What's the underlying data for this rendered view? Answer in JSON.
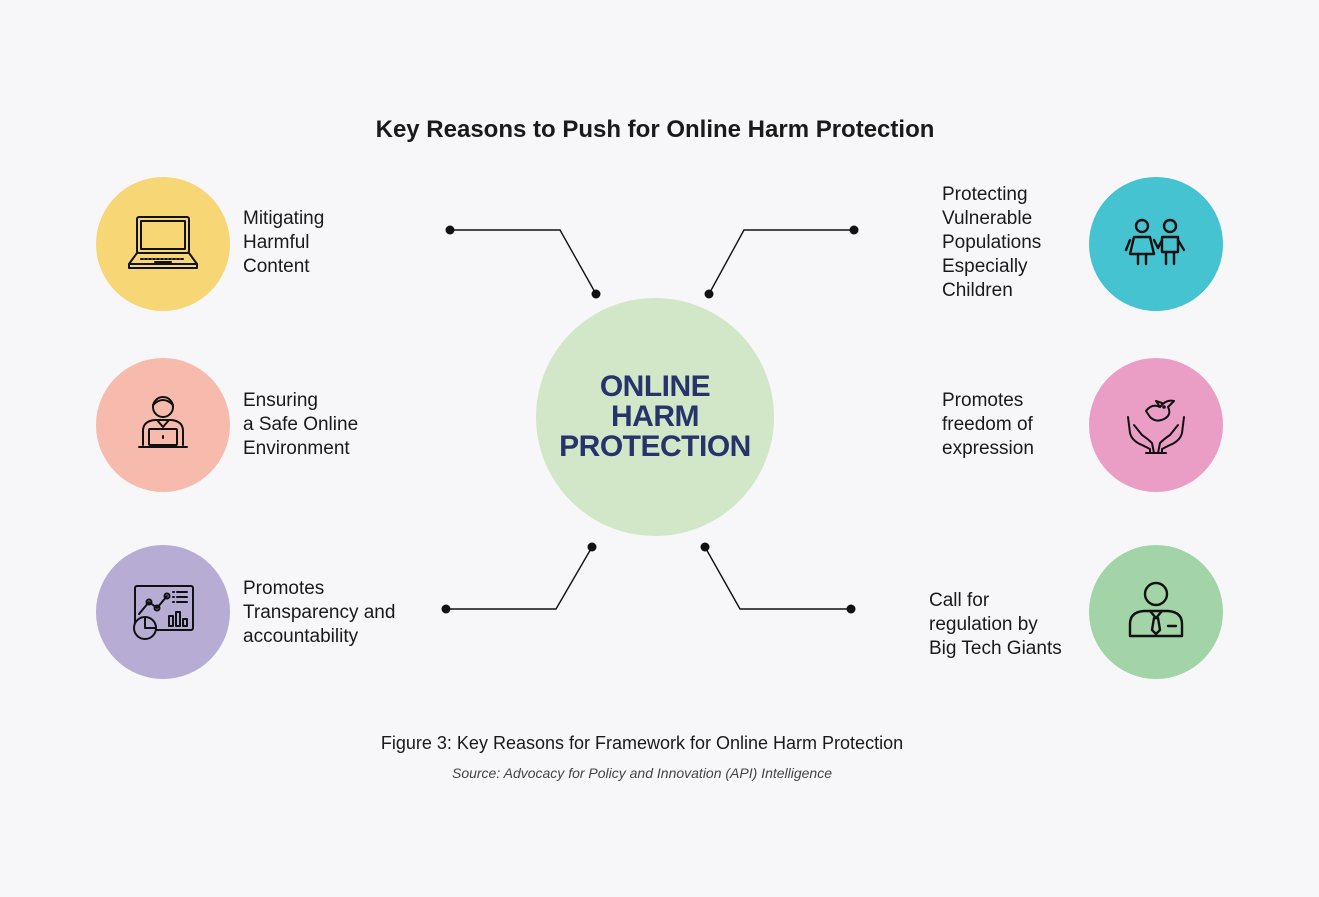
{
  "title": "Key Reasons to Push for Online Harm Protection",
  "center": {
    "lines": [
      "ONLINE",
      "HARM",
      "PROTECTION"
    ],
    "color": "#d1e7c8",
    "text_color": "#27336a"
  },
  "items": [
    {
      "lines": [
        "Mitigating",
        "Harmful",
        "Content"
      ],
      "icon": "laptop-icon",
      "color": "#f7d676"
    },
    {
      "lines": [
        "Ensuring",
        "a Safe Online",
        "Environment"
      ],
      "icon": "person-at-laptop-icon",
      "color": "#f7bbad"
    },
    {
      "lines": [
        "Promotes",
        "Transparency and",
        "accountability"
      ],
      "icon": "analytics-dashboard-icon",
      "color": "#b6acd4"
    },
    {
      "lines": [
        "Protecting",
        "Vulnerable",
        "Populations",
        "Especially",
        "Children"
      ],
      "icon": "children-icon",
      "color": "#45c3d0"
    },
    {
      "lines": [
        "Promotes",
        "freedom of",
        "expression"
      ],
      "icon": "hands-dove-icon",
      "color": "#ea9ec6"
    },
    {
      "lines": [
        "Call for",
        "regulation by",
        "Big Tech Giants"
      ],
      "icon": "businessman-icon",
      "color": "#a2d4a8"
    }
  ],
  "caption": "Figure 3: Key Reasons for Framework for Online Harm Protection",
  "source": "Source: Advocacy for Policy and Innovation (API) Intelligence"
}
